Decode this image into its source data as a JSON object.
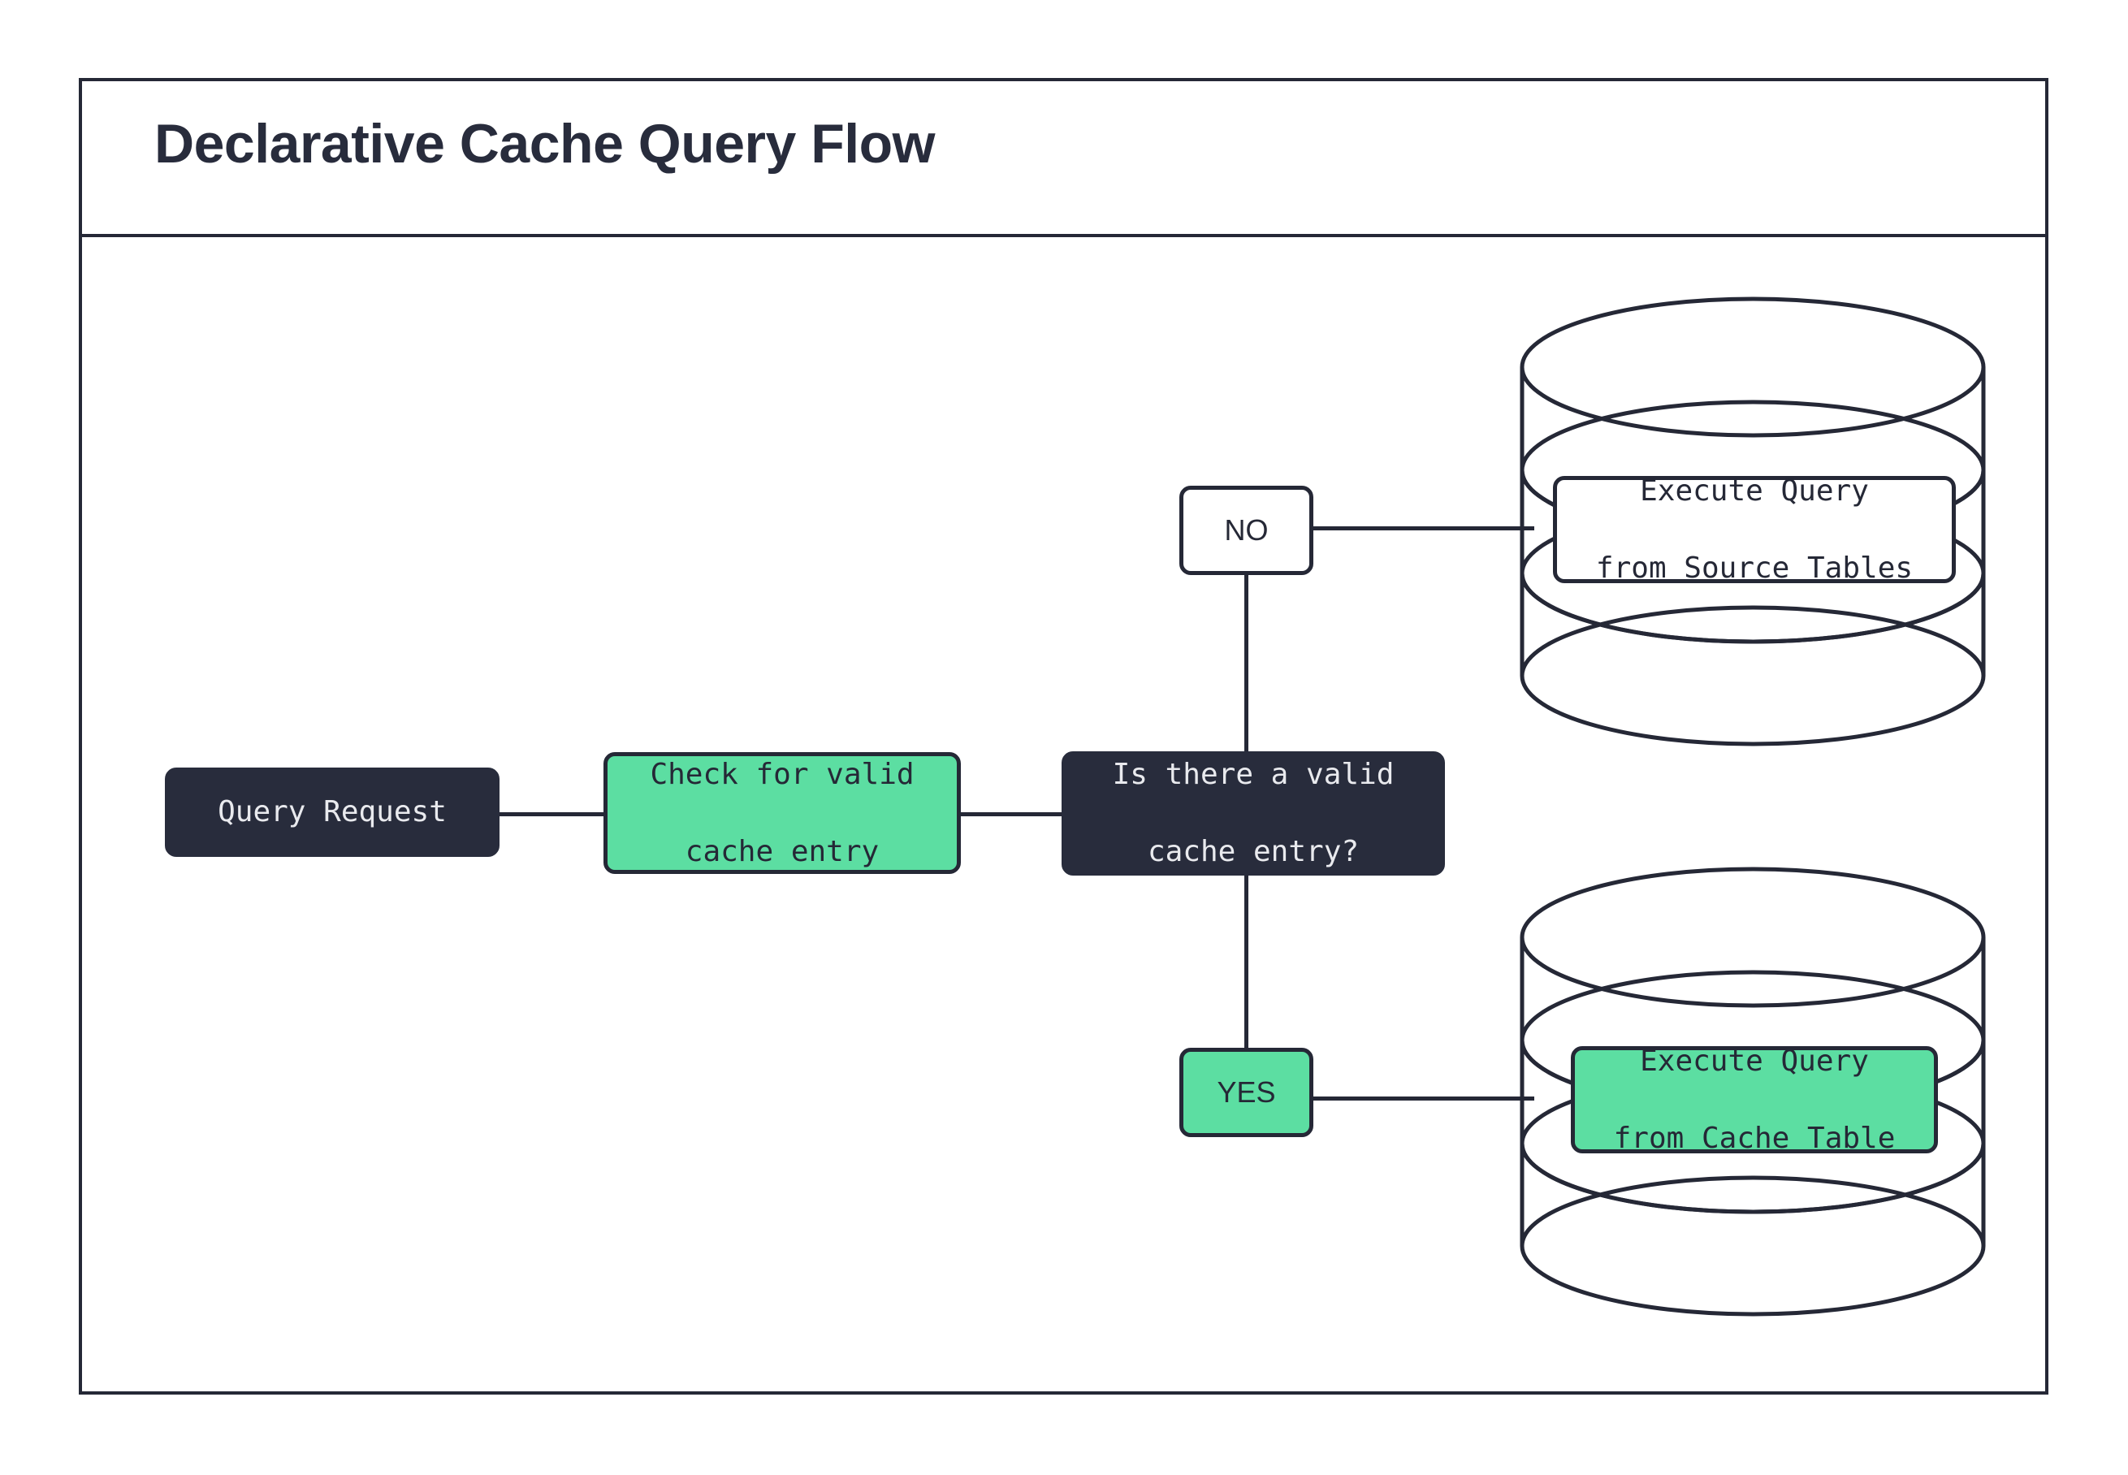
{
  "header": {
    "title": "Declarative Cache Query Flow"
  },
  "colors": {
    "dark": "#282c3c",
    "green": "#5cdea2",
    "white": "#ffffff",
    "stroke": "#252836"
  },
  "diagram": {
    "type": "flowchart",
    "nodes": [
      {
        "id": "query-request",
        "label": "Query Request",
        "shape": "rounded-rect",
        "style": "dark"
      },
      {
        "id": "check-cache",
        "label": "Check for valid\ncache entry",
        "line1": "Check for valid",
        "line2": "cache entry",
        "shape": "rounded-rect",
        "style": "green"
      },
      {
        "id": "decision",
        "label": "Is there a valid\ncache entry?",
        "line1": "Is there a valid",
        "line2": "cache entry?",
        "shape": "rounded-rect",
        "style": "dark"
      },
      {
        "id": "label-no",
        "label": "NO",
        "shape": "rounded-rect",
        "style": "white"
      },
      {
        "id": "label-yes",
        "label": "YES",
        "shape": "rounded-rect",
        "style": "green"
      },
      {
        "id": "exec-source",
        "label": "Execute Query\nfrom Source Tables",
        "line1": "Execute Query",
        "line2": "from Source Tables",
        "shape": "rounded-rect",
        "style": "white"
      },
      {
        "id": "exec-cache",
        "label": "Execute Query\nfrom Cache Table",
        "line1": "Execute Query",
        "line2": "from Cache Table",
        "shape": "rounded-rect",
        "style": "green"
      },
      {
        "id": "db-source-tables",
        "label": "",
        "shape": "cylinder",
        "style": "outline"
      },
      {
        "id": "db-cache-table",
        "label": "",
        "shape": "cylinder",
        "style": "outline"
      }
    ],
    "edges": [
      {
        "from": "query-request",
        "to": "check-cache",
        "label": ""
      },
      {
        "from": "check-cache",
        "to": "decision",
        "label": ""
      },
      {
        "from": "decision",
        "to": "label-no",
        "label": "NO"
      },
      {
        "from": "label-no",
        "to": "db-source-tables",
        "label": ""
      },
      {
        "from": "decision",
        "to": "label-yes",
        "label": "YES"
      },
      {
        "from": "label-yes",
        "to": "db-cache-table",
        "label": ""
      }
    ]
  }
}
